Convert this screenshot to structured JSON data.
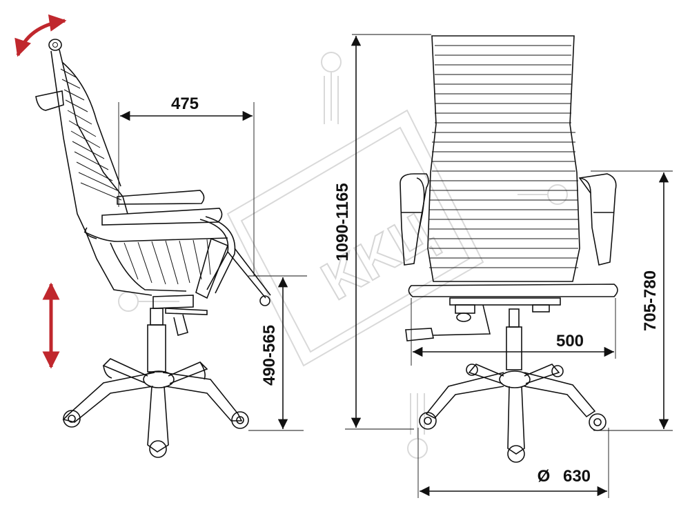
{
  "dimensions": {
    "seat_depth": "475",
    "total_height": "1090-1165",
    "seat_height": "490-565",
    "armrest_height": "705-780",
    "seat_width": "500",
    "base_diameter": "630",
    "diameter_symbol": "Ø"
  },
  "watermark": "KKЦ",
  "colors": {
    "line": "#111111",
    "arrow_accent": "#c0272d",
    "watermark": "#d9d9d9"
  }
}
